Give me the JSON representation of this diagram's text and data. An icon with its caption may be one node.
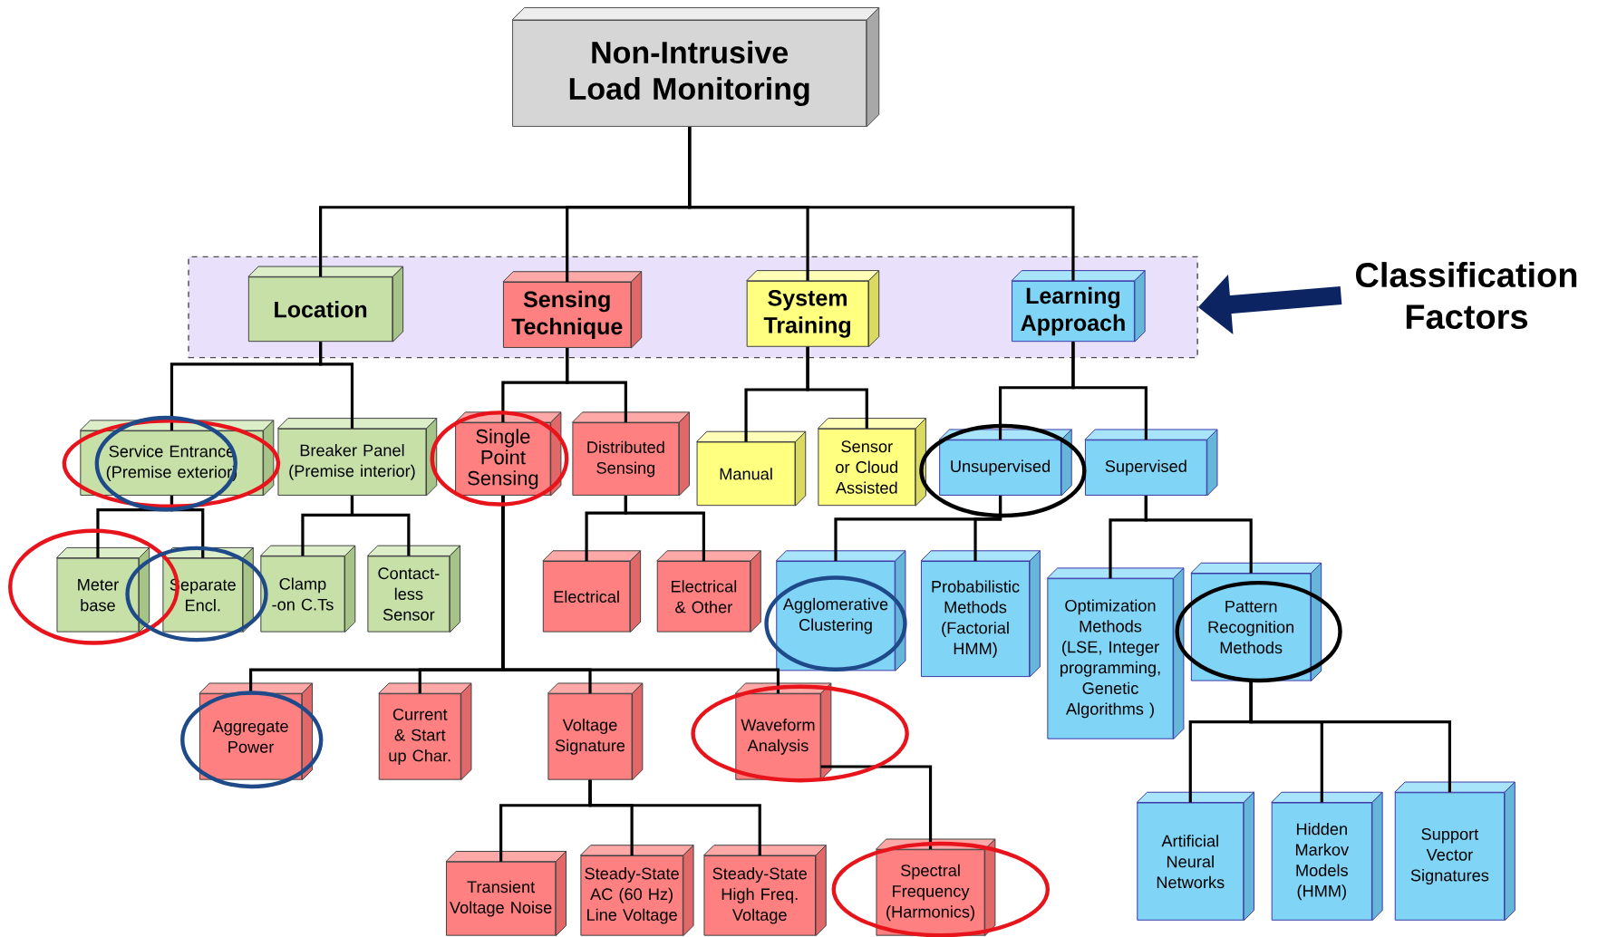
{
  "diagram": {
    "nodes": [
      {
        "text": [
          "Non-Intrusive Load Monitoring"
        ]
      },
      {
        "text": [],
        "shape": "box"
      },
      {
        "text": [
          "Location"
        ],
        "in": 1
      },
      {
        "text": [
          "Sensing Technique"
        ],
        "in": 1
      },
      {
        "text": [
          "System Training"
        ],
        "in": 1
      },
      {
        "text": [
          "Learning Approach"
        ],
        "in": 1
      },
      {
        "text": [
          "Classification Factors"
        ]
      },
      {
        "text": [
          "Service Entrance (Premise exterior)"
        ]
      },
      {
        "text": [
          "Breaker Panel (Premise interior)"
        ]
      },
      {
        "text": [
          "Single Point Sensing"
        ]
      },
      {
        "text": [
          "Distributed Sensing"
        ]
      },
      {
        "text": [
          "Manual"
        ]
      },
      {
        "text": [
          "Sensor or Cloud Assisted"
        ]
      },
      {
        "text": [
          "Unsupervised"
        ]
      },
      {
        "text": [
          "Supervised"
        ]
      },
      {
        "text": [
          "Meter base"
        ]
      },
      {
        "text": [
          "Separate Encl."
        ]
      },
      {
        "text": [
          "Clamp -on C.Ts"
        ]
      },
      {
        "text": [
          "Contact-less Sensor"
        ]
      },
      {
        "text": [
          "Electrical"
        ]
      },
      {
        "text": [
          "Electrical & Other"
        ]
      },
      {
        "text": [
          "Agglomerative Clustering"
        ]
      },
      {
        "text": [
          "Probabilistic Methods (Factorial HMM)"
        ]
      },
      {
        "text": [
          "Optimization Methods (LSE, Integer programming, Genetic Algorithms )"
        ]
      },
      {
        "text": [
          "Pattern Recognition Methods"
        ]
      },
      {
        "text": [
          "Aggregate Power"
        ]
      },
      {
        "text": [
          "Current & Start up Char."
        ]
      },
      {
        "text": [
          "Voltage Signature"
        ]
      },
      {
        "text": [
          "Waveform Analysis"
        ]
      },
      {
        "text": [
          "Transient Voltage Noise"
        ]
      },
      {
        "text": [
          "Steady-State AC (60 Hz) Line Voltage"
        ]
      },
      {
        "text": [
          "Steady-State High Freq. Voltage"
        ]
      },
      {
        "text": [
          "Spectral Frequency (Harmonics)"
        ]
      },
      {
        "text": [
          "Artificial Neural Networks"
        ]
      },
      {
        "text": [
          "Hidden Markov Models (HMM)"
        ]
      },
      {
        "text": [
          "Support Vector Signatures"
        ]
      }
    ],
    "edges": [
      {
        "from": 0,
        "to": 2,
        "arrow": "none"
      },
      {
        "from": 0,
        "to": 3,
        "arrow": "none"
      },
      {
        "from": 0,
        "to": 4,
        "arrow": "none"
      },
      {
        "from": 0,
        "to": 5,
        "arrow": "none"
      },
      {
        "from": 6,
        "to": 1,
        "arrow": "to",
        "style": "thick",
        "color": "#0c2461"
      },
      {
        "from": 2,
        "to": 7,
        "arrow": "none"
      },
      {
        "from": 2,
        "to": 8,
        "arrow": "none"
      },
      {
        "from": 3,
        "to": 9,
        "arrow": "none"
      },
      {
        "from": 3,
        "to": 10,
        "arrow": "none"
      },
      {
        "from": 4,
        "to": 11,
        "arrow": "none"
      },
      {
        "from": 4,
        "to": 12,
        "arrow": "none"
      },
      {
        "from": 5,
        "to": 13,
        "arrow": "none"
      },
      {
        "from": 5,
        "to": 14,
        "arrow": "none"
      },
      {
        "from": 7,
        "to": 15,
        "arrow": "none"
      },
      {
        "from": 7,
        "to": 16,
        "arrow": "none"
      },
      {
        "from": 8,
        "to": 17,
        "arrow": "none"
      },
      {
        "from": 8,
        "to": 18,
        "arrow": "none"
      },
      {
        "from": 10,
        "to": 19,
        "arrow": "none"
      },
      {
        "from": 10,
        "to": 20,
        "arrow": "none"
      },
      {
        "from": 13,
        "to": 21,
        "arrow": "none"
      },
      {
        "from": 13,
        "to": 22,
        "arrow": "none"
      },
      {
        "from": 14,
        "to": 23,
        "arrow": "none"
      },
      {
        "from": 14,
        "to": 24,
        "arrow": "none"
      },
      {
        "from": 9,
        "to": 25,
        "arrow": "none"
      },
      {
        "from": 9,
        "to": 26,
        "arrow": "none"
      },
      {
        "from": 9,
        "to": 27,
        "arrow": "none"
      },
      {
        "from": 9,
        "to": 28,
        "arrow": "none"
      },
      {
        "from": 27,
        "to": 29,
        "arrow": "none"
      },
      {
        "from": 27,
        "to": 30,
        "arrow": "none"
      },
      {
        "from": 27,
        "to": 31,
        "arrow": "none"
      },
      {
        "from": 28,
        "to": 32,
        "arrow": "none"
      },
      {
        "from": 24,
        "to": 33,
        "arrow": "none"
      },
      {
        "from": 24,
        "to": 34,
        "arrow": "none"
      },
      {
        "from": 24,
        "to": 35,
        "arrow": "none"
      }
    ]
  }
}
